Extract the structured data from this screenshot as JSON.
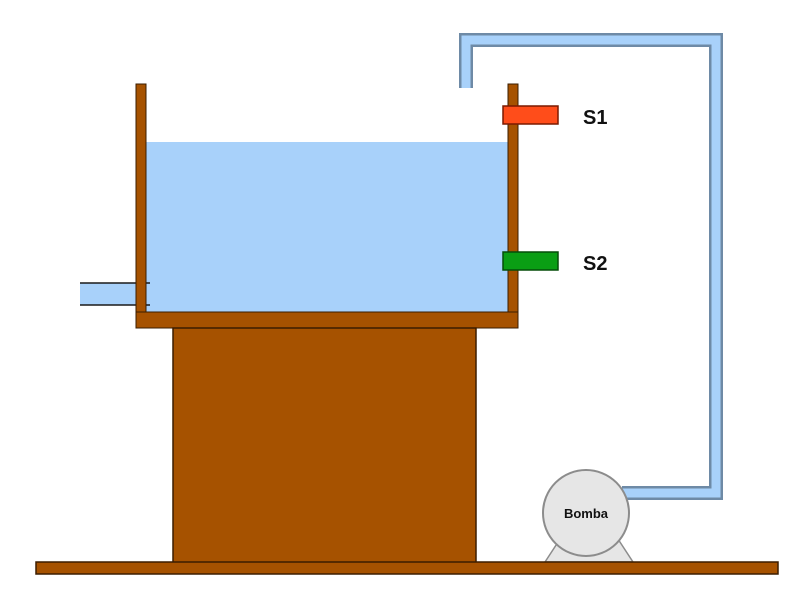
{
  "labels": {
    "sensor_high": "S1",
    "sensor_low": "S2",
    "pump": "Bomba"
  },
  "colors": {
    "wood": "#A65200",
    "water": "#A8D1FA",
    "pipe_outline": "#6E8AA6",
    "sensor_high": "#FF4D1A",
    "sensor_low": "#0A9E14",
    "pump_body": "#E6E6E6",
    "pump_outline": "#8C8C8C"
  }
}
